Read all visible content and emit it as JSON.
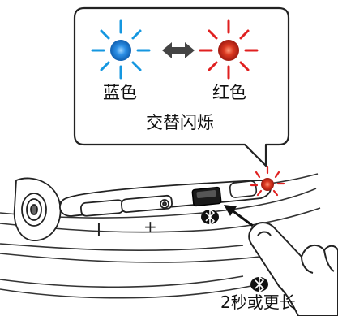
{
  "callout": {
    "blue_label": "蓝色",
    "red_label": "红色",
    "caption": "交替闪烁"
  },
  "buttons": {
    "minus_label": "I",
    "plus_label": "+",
    "bt_symbol": "bluetooth-icon"
  },
  "instruction": {
    "duration": "2秒或更长"
  },
  "colors": {
    "led_blue": "#1d7fd6",
    "led_red": "#d93020",
    "ray_blue": "#1597e0",
    "ray_red": "#e02020",
    "outline": "#222222"
  }
}
